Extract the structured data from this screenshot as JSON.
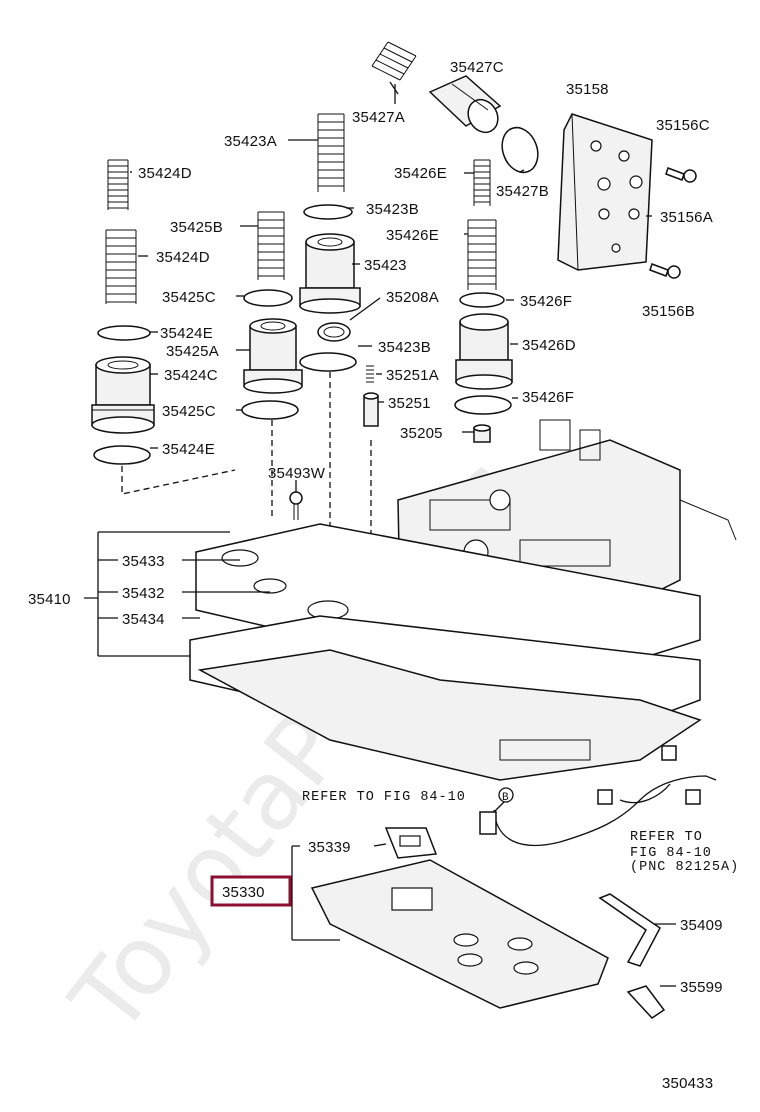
{
  "watermark": "ToyotaPartsUS",
  "figure_number": "350433",
  "highlight_color": "#8b0f2e",
  "labels": {
    "p35427C": "35427C",
    "p35427A": "35427A",
    "p35158": "35158",
    "p35156C": "35156C",
    "p35423A": "35423A",
    "p35424D_1": "35424D",
    "p35426E_1": "35426E",
    "p35427B": "35427B",
    "p35156A": "35156A",
    "p35423B_1": "35423B",
    "p35425B": "35425B",
    "p35426E_2": "35426E",
    "p35424D_2": "35424D",
    "p35423": "35423",
    "p35425C_1": "35425C",
    "p35208A": "35208A",
    "p35426F_1": "35426F",
    "p35156B": "35156B",
    "p35424E_1": "35424E",
    "p35425A": "35425A",
    "p35423B_2": "35423B",
    "p35426D": "35426D",
    "p35424C": "35424C",
    "p35251A": "35251A",
    "p35425C_2": "35425C",
    "p35251": "35251",
    "p35426F_2": "35426F",
    "p35205": "35205",
    "p35424E_2": "35424E",
    "p35493W": "35493W",
    "p35433": "35433",
    "p35410": "35410",
    "p35432": "35432",
    "p35434": "35434",
    "p35339": "35339",
    "p35330": "35330",
    "p35409": "35409",
    "p35599": "35599"
  },
  "refer_1": "REFER TO FIG 84-10",
  "refer_1_marker": "B",
  "refer_2_line1": "REFER TO",
  "refer_2_line2": "FIG 84-10",
  "refer_2_line3": "(PNC 82125A)"
}
